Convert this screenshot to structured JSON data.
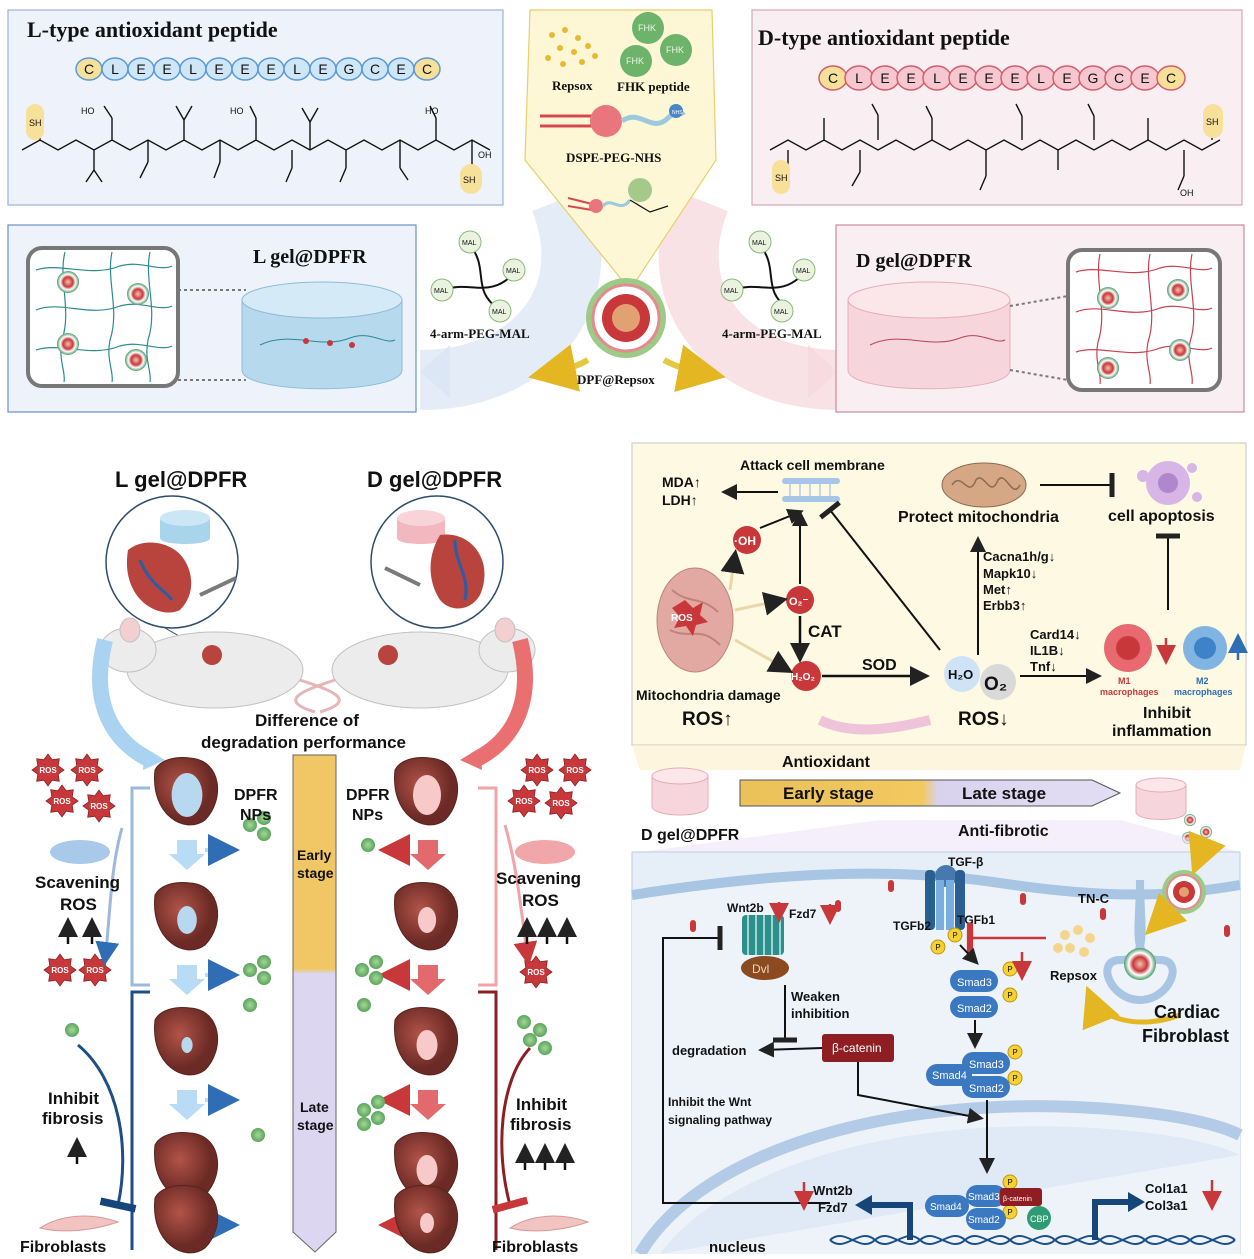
{
  "top": {
    "l_peptide_title": "L-type antioxidant peptide",
    "d_peptide_title": "D-type antioxidant peptide",
    "sequence": [
      "C",
      "L",
      "E",
      "E",
      "L",
      "E",
      "E",
      "E",
      "L",
      "E",
      "G",
      "C",
      "E",
      "C"
    ],
    "repsox_label": "Repsox",
    "fhk_peptide_label": "FHK peptide",
    "fhk_bead_label": "FHK",
    "dspe_label": "DSPE-PEG-NHS",
    "nhs_label": "NHS",
    "mal_label": "MAL",
    "arm_peg_left": "4-arm-PEG-MAL",
    "arm_peg_right": "4-arm-PEG-MAL",
    "dpf_label": "DPF@Repsox",
    "l_gel_label": "L  gel@DPFR",
    "d_gel_label": "D gel@DPFR",
    "chem_labels": {
      "sh": "SH",
      "hooc": "HO",
      "cooh": "OH",
      "oh": "OH"
    }
  },
  "bottom_left": {
    "l_title": "L gel@DPFR",
    "d_title": "D gel@DPFR",
    "difference_line1": "Difference of",
    "difference_line2": "degradation performance",
    "dpfr_left_line1": "DPFR",
    "dpfr_left_line2": "NPs",
    "dpfr_right_line1": "DPFR",
    "dpfr_right_line2": "NPs",
    "early_stage": [
      "Early",
      "stage"
    ],
    "late_stage": [
      "Late",
      "stage"
    ],
    "ros_badge": "ROS",
    "scavening_line1": "Scavening",
    "scavening_line2": "ROS",
    "inhibit_line1": "Inhibit",
    "inhibit_line2": "fibrosis",
    "fibroblasts": "Fibroblasts"
  },
  "right_top": {
    "attack_membrane": "Attack cell membrane",
    "mda": "MDA↑",
    "ldh": "LDH↑",
    "oh": "·OH",
    "o2_radical": "O₂⁻",
    "cat": "CAT",
    "h2o2": "H₂O₂",
    "sod": "SOD",
    "ros": "ROS",
    "mito_damage": "Mitochondria damage",
    "ros_up": "ROS↑",
    "protect_mito": "Protect mitochondria",
    "genes_mito": [
      "Cacna1h/g↓",
      "Mapk10↓",
      "Met↑",
      "Erbb3↑"
    ],
    "h2o": "H₂O",
    "o2": "O₂",
    "ros_down": "ROS↓",
    "genes_inflam": [
      "Card14↓",
      "IL1B↓",
      "Tnf↓"
    ],
    "m1": [
      "M1",
      "macrophages"
    ],
    "m2": [
      "M2",
      "macrophages"
    ],
    "inhibit_inflam": [
      "Inhibit",
      "inflammation"
    ],
    "cell_apoptosis": "cell apoptosis"
  },
  "timeline": {
    "antioxidant": "Antioxidant",
    "early": "Early stage",
    "late": "Late stage",
    "d_gel": "D gel@DPFR",
    "anti_fibrotic": "Anti-fibrotic"
  },
  "right_bottom": {
    "wnt2b": "Wnt2b",
    "fzd7": "Fzd7",
    "dvl": "Dvl",
    "weaken_line1": "Weaken",
    "weaken_line2": "inhibition",
    "degradation": "degradation",
    "beta_catenin": "β-catenin",
    "inhibit_wnt_line1": "Inhibit the Wnt",
    "inhibit_wnt_line2": "signaling pathway",
    "tgf_beta": "TGF-β",
    "tgfb2": "TGFb2",
    "tgfb1": "TGFb1",
    "p": "P",
    "smad3": "Smad3",
    "smad2": "Smad2",
    "smad4": "Smad4",
    "smad_complex": "Smad3",
    "beta_small": "β-catenin",
    "cbp": "CBP",
    "tn_c": "TN-C",
    "repsox": "Repsox",
    "cardiac_line1": "Cardiac",
    "cardiac_line2": "Fibroblast",
    "wnt2b_low": "Wnt2b",
    "fzd7_low": "Fzd7",
    "col1a1": "Col1a1",
    "col3a1": "Col3a1",
    "nucleus": "nucleus"
  },
  "colors": {
    "blue_panel": "#eef3fb",
    "pink_panel": "#f9eef2",
    "yellow_panel": "#fdf7d6",
    "red": "#c8383a",
    "dark_red": "#8e1e22",
    "blue": "#3b6fb6",
    "navy": "#16457a"
  }
}
